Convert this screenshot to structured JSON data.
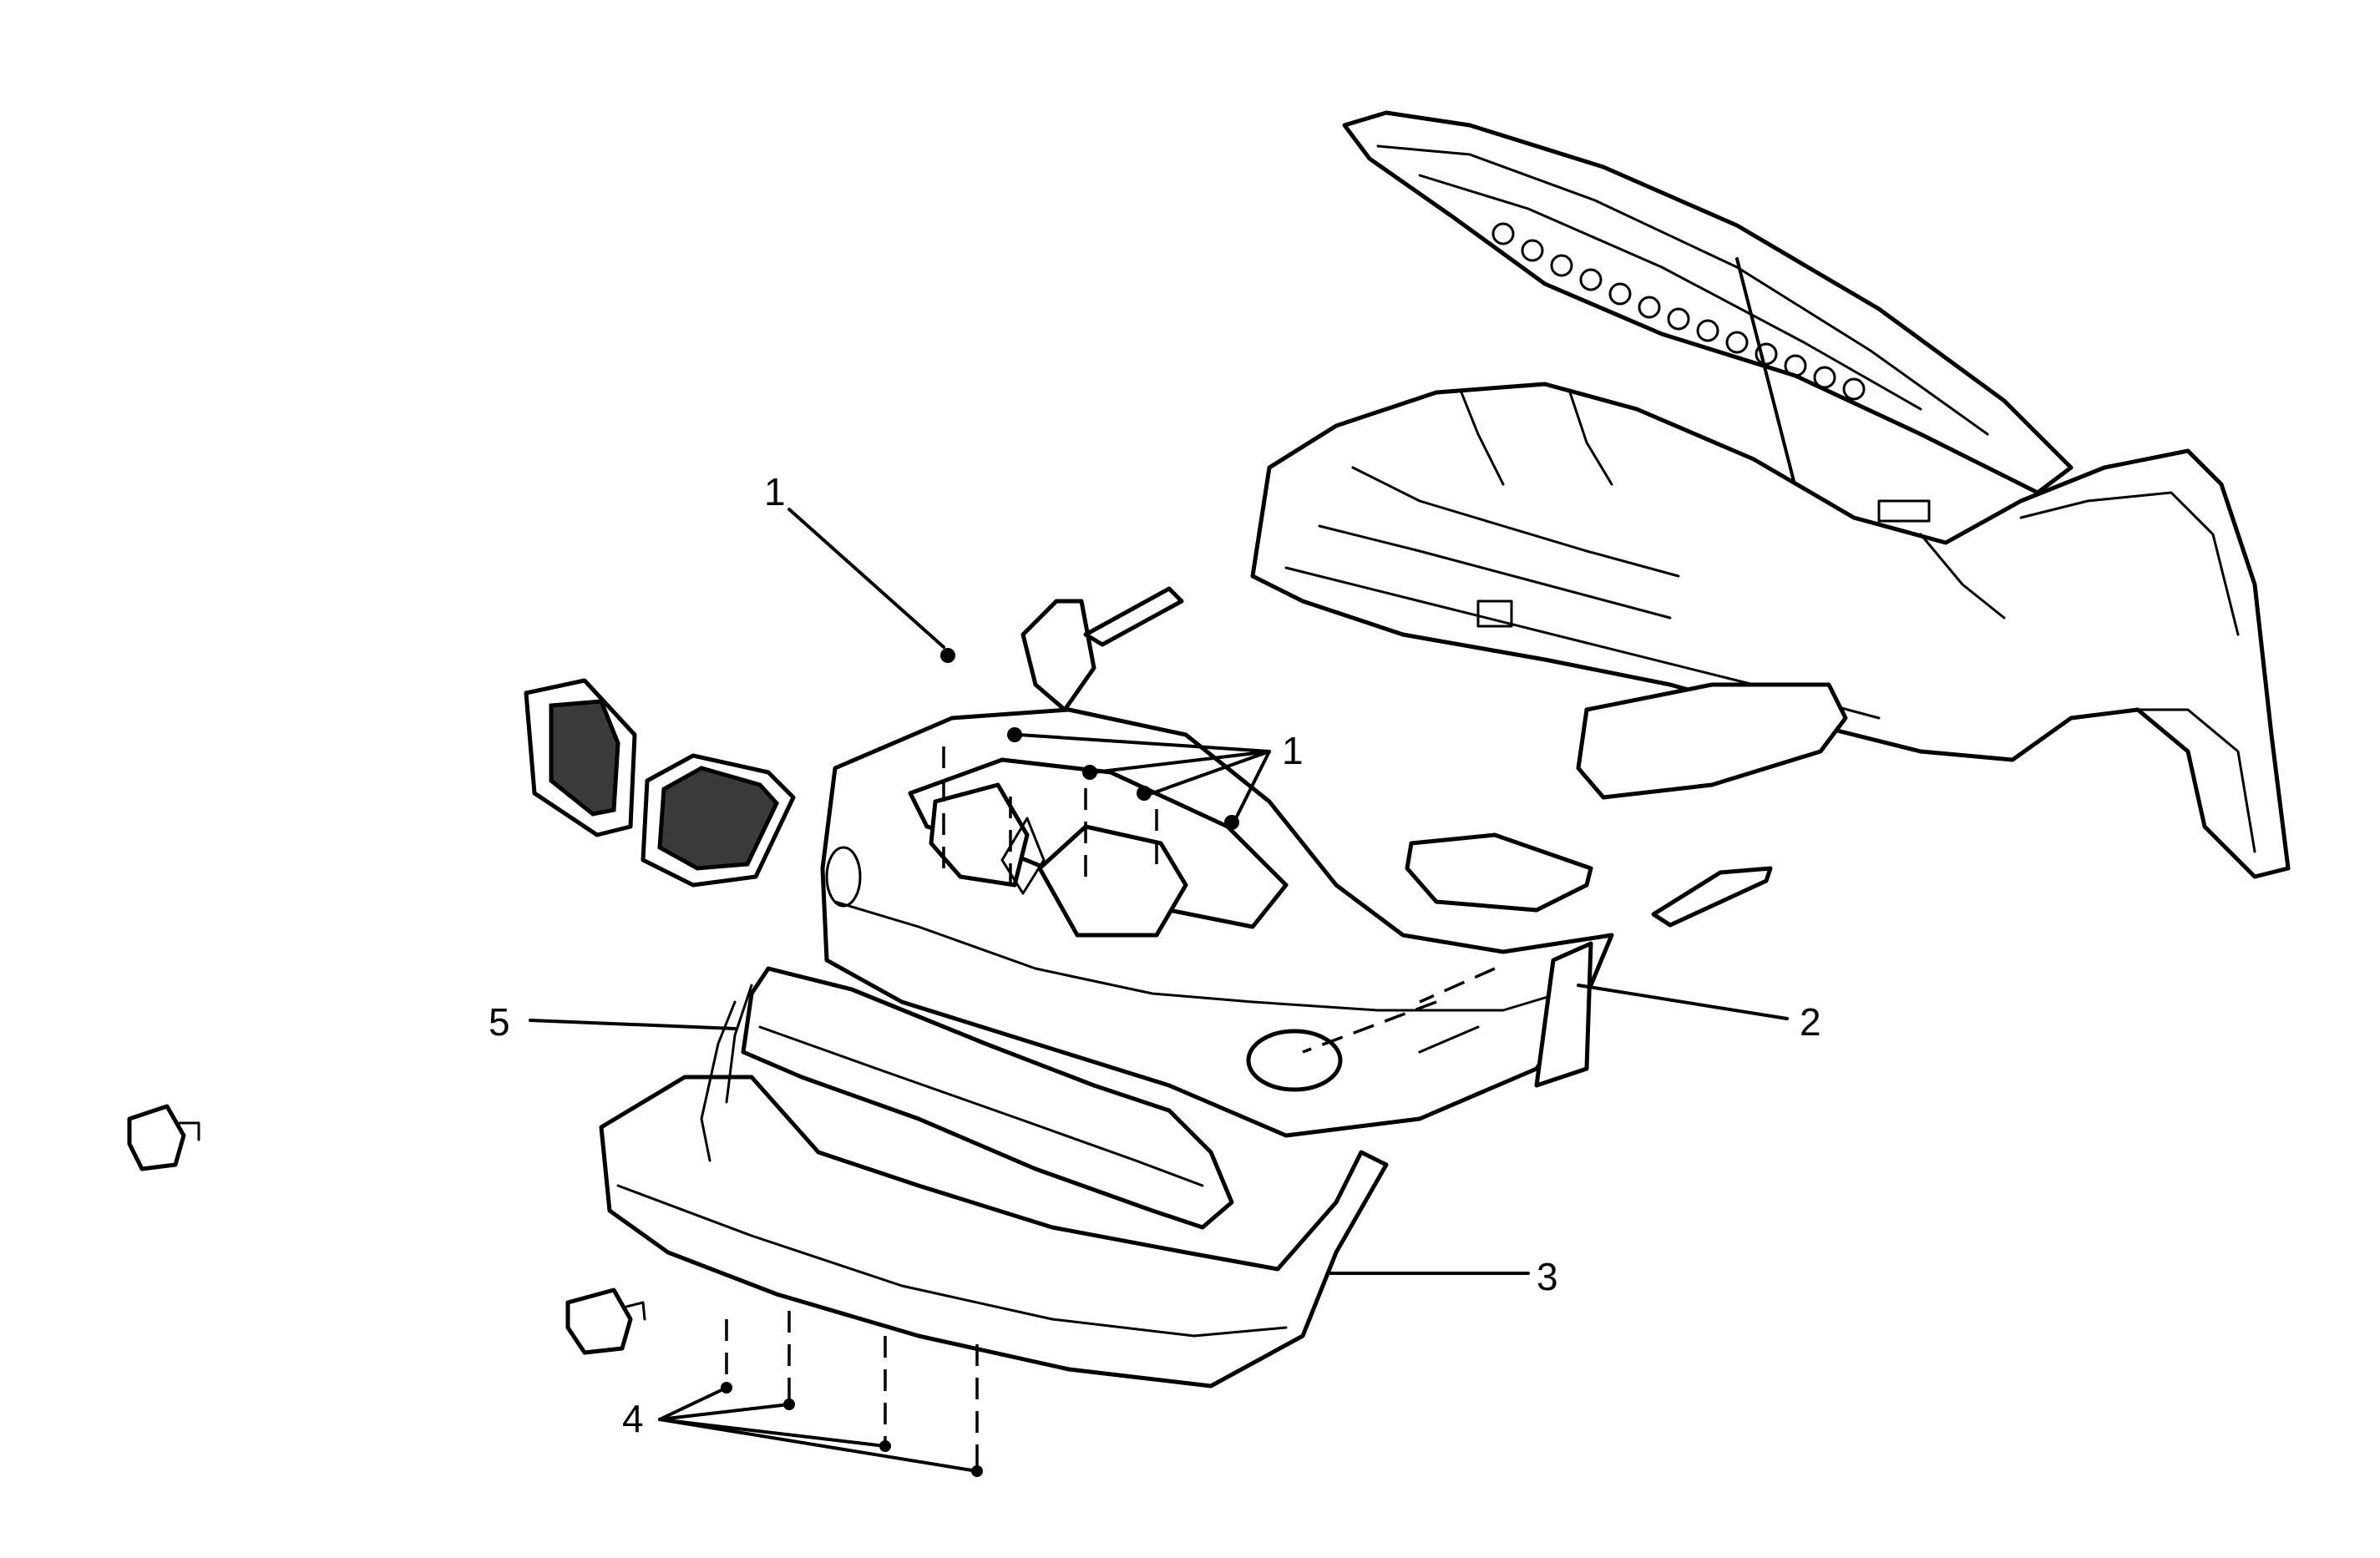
{
  "callouts": [
    {
      "id": "fastener-top",
      "text": "1"
    },
    {
      "id": "fastener-group",
      "text": "1"
    },
    {
      "id": "fascia-front",
      "text": "2"
    },
    {
      "id": "air-deflector",
      "text": "3"
    },
    {
      "id": "lower-fasteners",
      "text": "4"
    },
    {
      "id": "energy-absorber",
      "text": "5"
    }
  ]
}
